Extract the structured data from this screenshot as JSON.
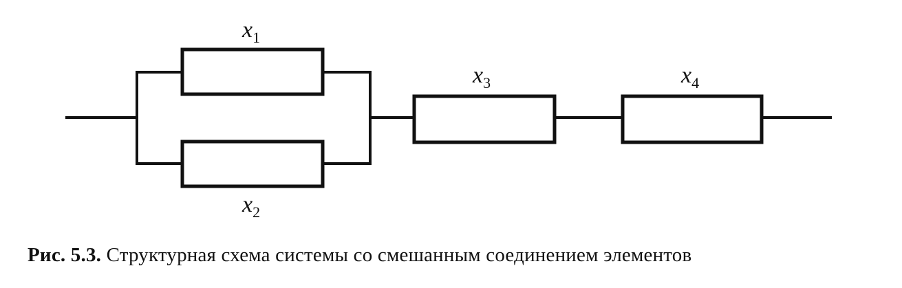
{
  "diagram": {
    "elements": [
      {
        "id": "x1",
        "base": "x",
        "sub": "1"
      },
      {
        "id": "x2",
        "base": "x",
        "sub": "2"
      },
      {
        "id": "x3",
        "base": "x",
        "sub": "3"
      },
      {
        "id": "x4",
        "base": "x",
        "sub": "4"
      }
    ],
    "connections": {
      "parallel": [
        "x1",
        "x2"
      ],
      "series": [
        "parallel(x1,x2)",
        "x3",
        "x4"
      ]
    }
  },
  "caption": {
    "number": "Рис. 5.3.",
    "text": "Структурная схема системы со смешанным соединением элементов"
  }
}
